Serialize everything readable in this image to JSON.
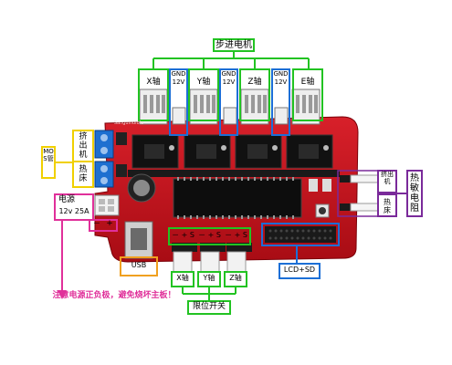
{
  "labels": {
    "stepper_title": "步进电机",
    "axis_x": "X轴",
    "axis_y": "Y轴",
    "axis_z": "Z轴",
    "axis_e": "E轴",
    "gnd": "GND",
    "v12": "12V",
    "mosfet": "MOS管",
    "extruder_left": "挤出机",
    "hotbed_left": "热床",
    "power_label": "电源",
    "power_spec": "12v 25A",
    "minus": "－",
    "plus": "+",
    "usb": "USB",
    "endstop_pins": "－ + S",
    "limit_x": "X轴",
    "limit_y": "Y轴",
    "limit_z": "Z轴",
    "limit_title": "限位开关",
    "lcd_sd": "LCD+SD",
    "extruder_right": "挤出机",
    "hotbed_right": "热床",
    "thermistor": "热敏电阻",
    "warning": "注意电源正负极，避免烧坏主板！",
    "board_silk": "Sanguinololu"
  },
  "colors": {
    "pcb": "#c8141c",
    "green": "#22c322",
    "blue": "#1c6fd6",
    "yellow": "#f0d000",
    "orange": "#f0a020",
    "purple": "#7a2a9a",
    "magenta": "#e0309a",
    "black": "#1a1a1a"
  }
}
